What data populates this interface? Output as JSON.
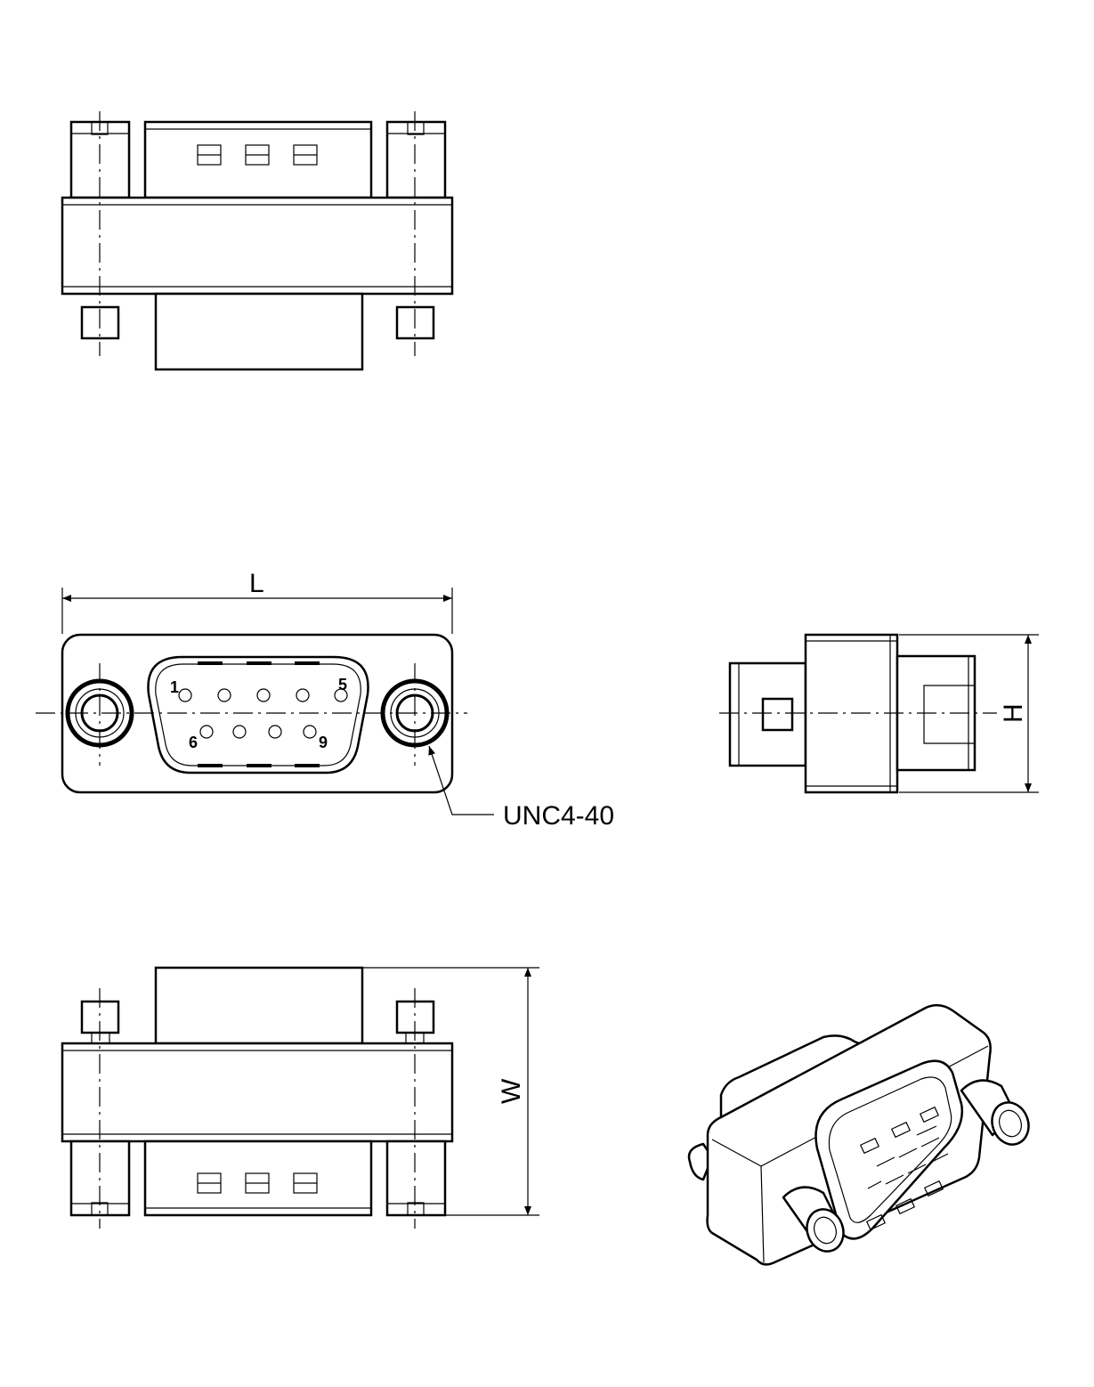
{
  "dimensions": {
    "length": "L",
    "height": "H",
    "width": "W"
  },
  "callout": {
    "thread": "UNC4-40"
  },
  "pin_labels": {
    "first": "1",
    "fifth": "5",
    "sixth": "6",
    "ninth": "9"
  },
  "views": [
    "top-view",
    "front-view",
    "side-view",
    "bottom-view",
    "isometric-view"
  ]
}
